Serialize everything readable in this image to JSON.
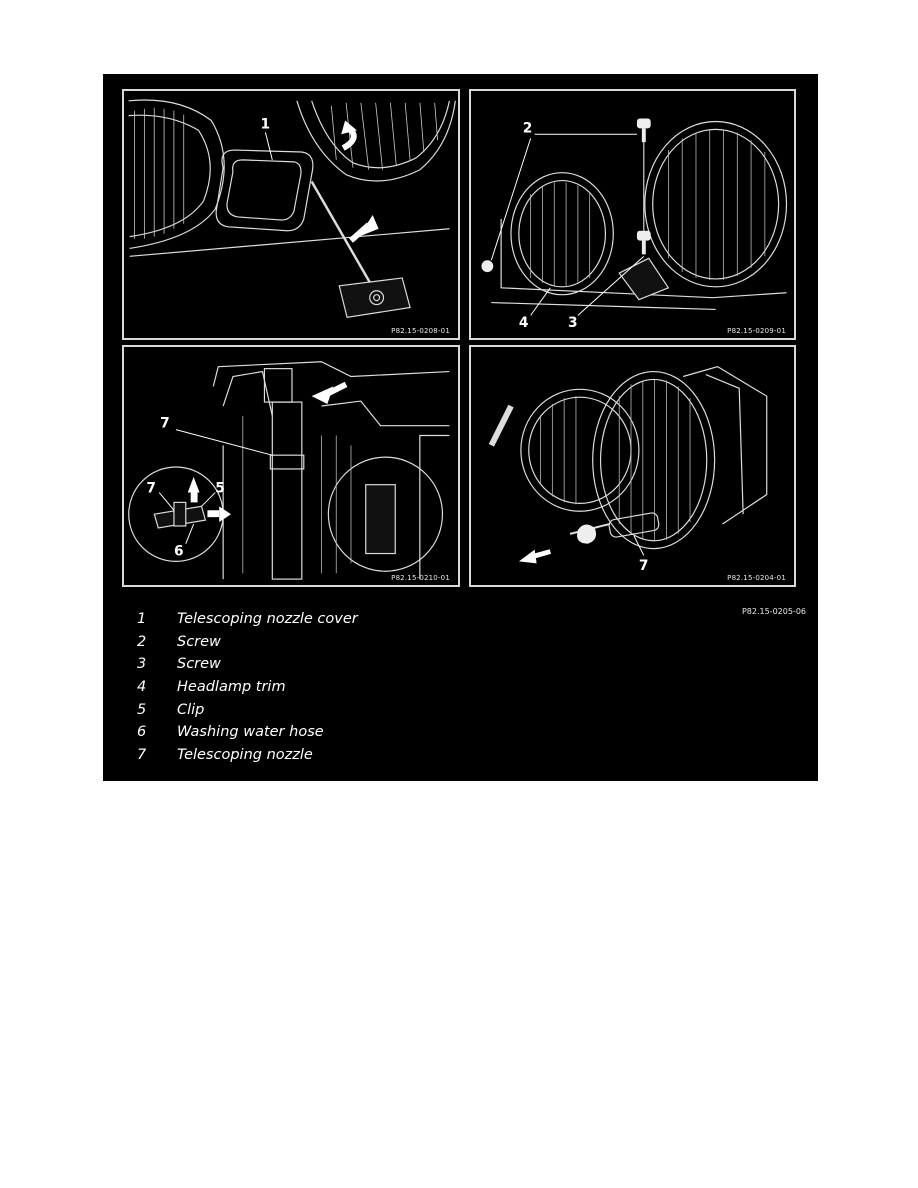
{
  "figure": {
    "panels": [
      {
        "id": "P82.15-0208-01",
        "callouts": [
          "1"
        ]
      },
      {
        "id": "P82.15-0209-01",
        "callouts": [
          "2",
          "4",
          "3"
        ]
      },
      {
        "id": "P82.15-0210-01",
        "callouts": [
          "7",
          "7",
          "5",
          "6"
        ]
      },
      {
        "id": "P82.15-0204-01",
        "callouts": [
          "7"
        ]
      }
    ],
    "figure_id": "P82.15-0205-06"
  },
  "legend": [
    {
      "num": "1",
      "text": "Telescoping nozzle cover"
    },
    {
      "num": "2",
      "text": "Screw"
    },
    {
      "num": "3",
      "text": "Screw"
    },
    {
      "num": "4",
      "text": "Headlamp trim"
    },
    {
      "num": "5",
      "text": "Clip"
    },
    {
      "num": "6",
      "text": "Washing water hose"
    },
    {
      "num": "7",
      "text": "Telescoping nozzle"
    }
  ]
}
